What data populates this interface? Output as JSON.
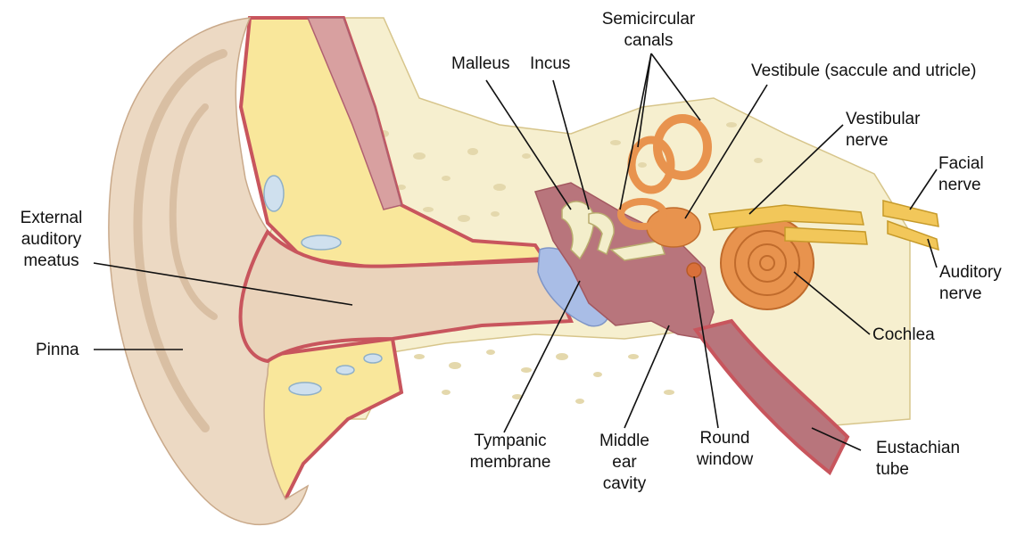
{
  "colors": {
    "skin": "#ecd9c3",
    "skin_shadow": "#d9bfa3",
    "bone": "#f6efcf",
    "bone_pores": "#e4d8ac",
    "fat": "#f9e79b",
    "lining": "#c8555d",
    "cavity": "#b8757c",
    "membrane": "#a9bde6",
    "inner_ear": "#e8934e",
    "nerve": "#f2c75a",
    "ossicle": "#f3eecb",
    "leader": "#111111"
  },
  "labels": {
    "malleus": "Malleus",
    "incus": "Incus",
    "semicircular": [
      "Semicircular",
      "canals"
    ],
    "vestibule": "Vestibule (saccule and utricle)",
    "vestibular_nerve": [
      "Vestibular",
      "nerve"
    ],
    "facial_nerve": [
      "Facial",
      "nerve"
    ],
    "external_meatus": [
      "External",
      "auditory",
      "meatus"
    ],
    "auditory_nerve": [
      "Auditory",
      "nerve"
    ],
    "pinna": "Pinna",
    "cochlea": "Cochlea",
    "tympanic": [
      "Tympanic",
      "membrane"
    ],
    "middle_ear": [
      "Middle",
      "ear",
      "cavity"
    ],
    "round_window": [
      "Round",
      "window"
    ],
    "eustachian": [
      "Eustachian",
      "tube"
    ]
  }
}
